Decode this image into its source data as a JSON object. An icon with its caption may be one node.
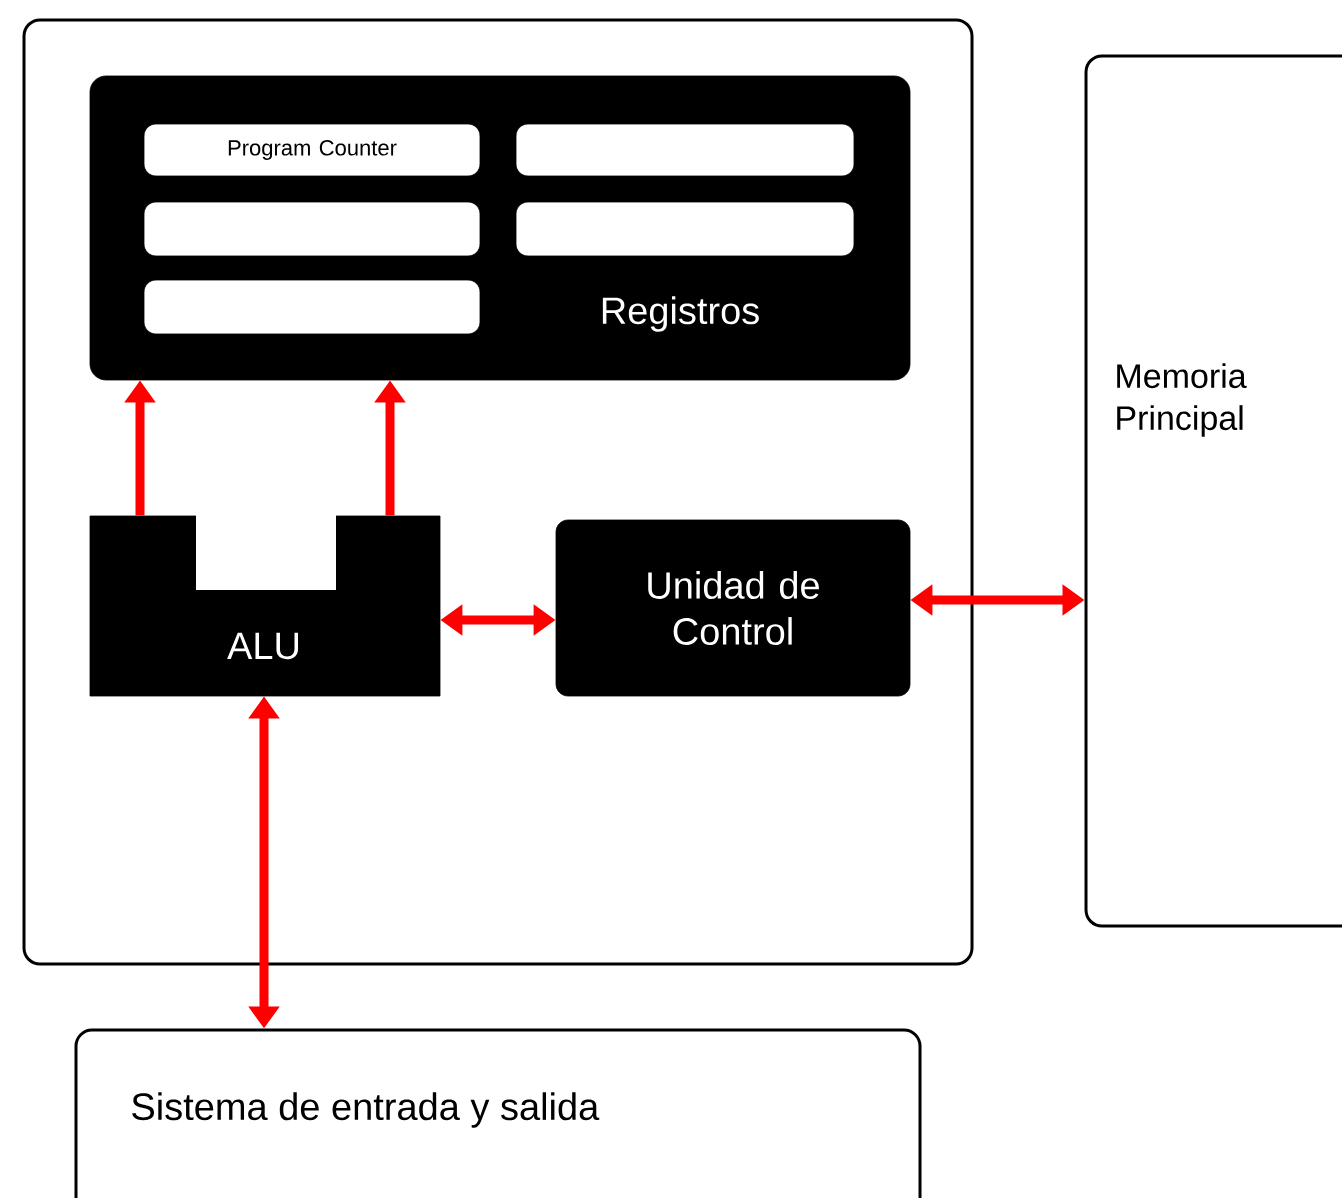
{
  "diagram": {
    "nodes": [
      {
        "text": [],
        "shape": "box"
      },
      {
        "text": [
          "Registros"
        ],
        "in": 0
      },
      {
        "text": [
          "Program Counter"
        ],
        "in": 1
      },
      {
        "text": [],
        "shape": "box",
        "in": 1
      },
      {
        "text": [],
        "shape": "box",
        "in": 1
      },
      {
        "text": [],
        "shape": "box",
        "in": 1
      },
      {
        "text": [],
        "shape": "box",
        "in": 1
      },
      {
        "text": [
          "ALU"
        ],
        "in": 0
      },
      {
        "text": [
          "Unidad de Control"
        ],
        "in": 0
      },
      {
        "text": [
          "Memoria Principal"
        ]
      },
      {
        "text": [
          "Sistema de entrada y salida"
        ]
      }
    ],
    "edges": [
      {
        "from": 7,
        "to": 1,
        "arrow": "to"
      },
      {
        "from": 7,
        "to": 1,
        "arrow": "to"
      },
      {
        "from": 7,
        "to": 8,
        "arrow": "both"
      },
      {
        "from": 8,
        "to": 9,
        "arrow": "both"
      },
      {
        "from": 7,
        "to": 10,
        "arrow": "both"
      }
    ]
  }
}
